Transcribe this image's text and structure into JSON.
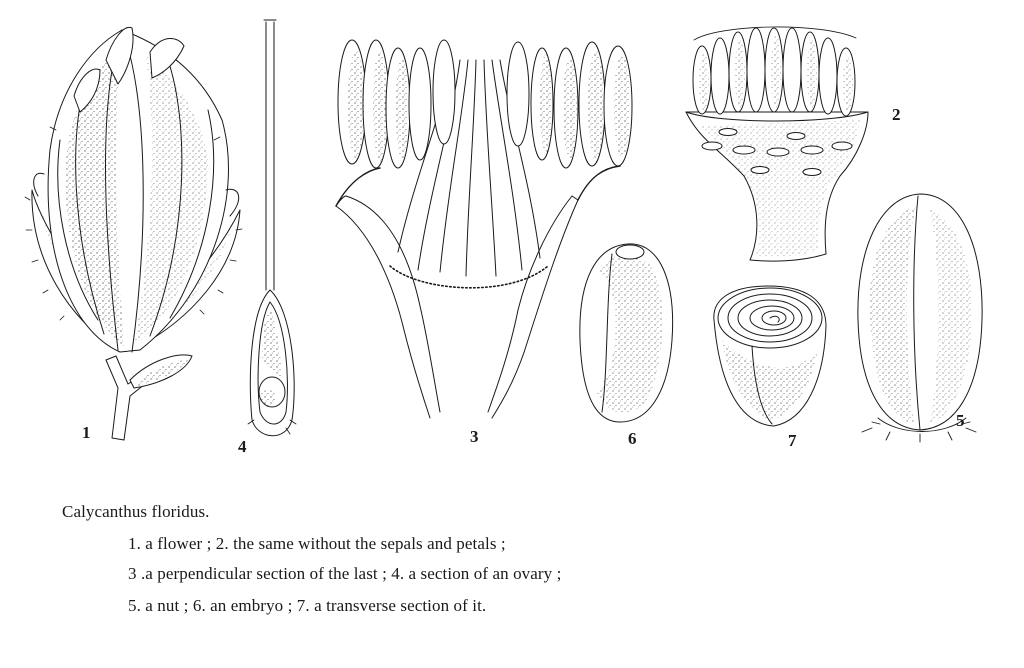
{
  "figures": [
    {
      "number": "1"
    },
    {
      "number": "2"
    },
    {
      "number": "3"
    },
    {
      "number": "4"
    },
    {
      "number": "5"
    },
    {
      "number": "6"
    },
    {
      "number": "7"
    }
  ],
  "caption": {
    "title": "Calycanthus floridus.",
    "lines": [
      "1. a flower ; 2. the same without the sepals and petals ;",
      "3 .a perpendicular section of the last ; 4. a section of an ovary ;",
      "5. a nut ; 6. an embryo ; 7. a transverse section of it."
    ]
  }
}
